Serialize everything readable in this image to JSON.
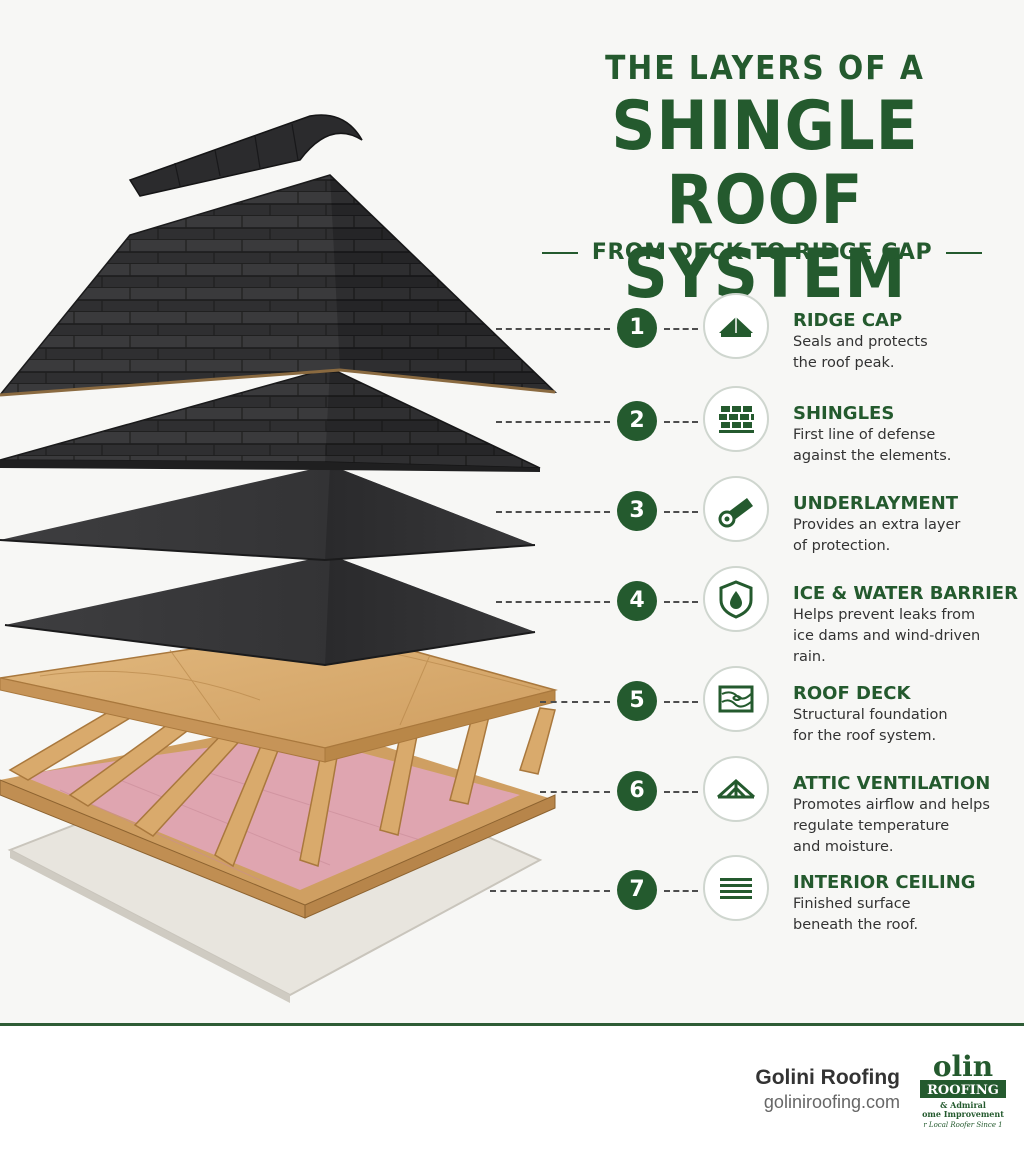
{
  "title": {
    "line1": "THE LAYERS OF A",
    "line2": "SHINGLE ROOF",
    "line3": "SYSTEM",
    "subtitle": "FROM DECK TO RIDGE CAP"
  },
  "layers": [
    {
      "number": "1",
      "name": "RIDGE CAP",
      "desc_line1": "Seals and protects",
      "desc_line2": "the roof peak.",
      "desc_line3": "",
      "icon": "ridge-cap-icon"
    },
    {
      "number": "2",
      "name": "SHINGLES",
      "desc_line1": "First line of defense",
      "desc_line2": "against the elements.",
      "desc_line3": "",
      "icon": "shingles-icon"
    },
    {
      "number": "3",
      "name": "UNDERLAYMENT",
      "desc_line1": "Provides an extra layer",
      "desc_line2": "of protection.",
      "desc_line3": "",
      "icon": "underlayment-roll-icon"
    },
    {
      "number": "4",
      "name": "ICE & WATER BARRIER",
      "desc_line1": "Helps prevent leaks from",
      "desc_line2": "ice dams and wind-driven",
      "desc_line3": "rain.",
      "icon": "shield-drop-icon"
    },
    {
      "number": "5",
      "name": "ROOF DECK",
      "desc_line1": "Structural foundation",
      "desc_line2": "for the roof system.",
      "desc_line3": "",
      "icon": "wood-grain-icon"
    },
    {
      "number": "6",
      "name": "ATTIC VENTILATION",
      "desc_line1": "Promotes airflow and helps",
      "desc_line2": "regulate temperature",
      "desc_line3": "and moisture.",
      "icon": "truss-icon"
    },
    {
      "number": "7",
      "name": "INTERIOR CEILING",
      "desc_line1": "Finished surface",
      "desc_line2": "beneath the roof.",
      "desc_line3": "",
      "icon": "ceiling-lines-icon"
    }
  ],
  "footer": {
    "company": "Golini Roofing",
    "website": "goliniroofing.com",
    "logo_text_main": "olin",
    "logo_text_band": "ROOFING",
    "logo_text_sub1": "& Admiral",
    "logo_text_sub2": "ome Improvement",
    "logo_text_tag": "r Local Roofer Since 1"
  },
  "colors": {
    "accent": "#245a2e",
    "shingle": "#2f2f31",
    "membrane": "#333335",
    "wood": "#d9ad72",
    "insulation": "#dba2ad",
    "ceiling": "#e6e3dc"
  }
}
